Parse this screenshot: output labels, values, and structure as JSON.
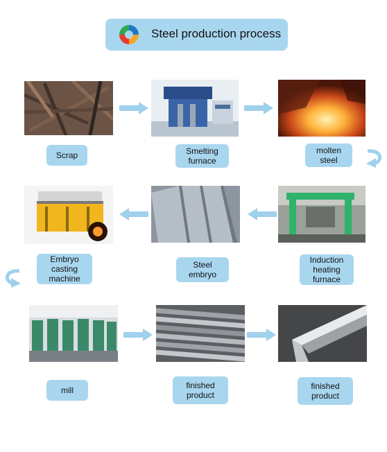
{
  "title": "Steel production process",
  "colors": {
    "label_bg": "#a9d6ef",
    "arrow": "#9fd0ec"
  },
  "icons": {
    "logo": "swirl-logo-icon",
    "arrow_right": "arrow-right-icon",
    "arrow_left": "arrow-left-icon",
    "curve_down_left": "curved-arrow-down-left-icon",
    "curve_down_right": "curved-arrow-down-right-icon"
  },
  "steps": [
    {
      "id": "scrap",
      "label": "Scrap"
    },
    {
      "id": "smelting",
      "label": "Smelting\nfurnace"
    },
    {
      "id": "molten",
      "label": "molten\nsteel"
    },
    {
      "id": "induction",
      "label": "Induction\nheating\nfurnace"
    },
    {
      "id": "embryo",
      "label": "Steel\nembryo"
    },
    {
      "id": "casting",
      "label": "Embryo\ncasting\nmachine"
    },
    {
      "id": "mill",
      "label": "mill"
    },
    {
      "id": "finished1",
      "label": "finished\nproduct"
    },
    {
      "id": "finished2",
      "label": "finished\nproduct"
    }
  ]
}
